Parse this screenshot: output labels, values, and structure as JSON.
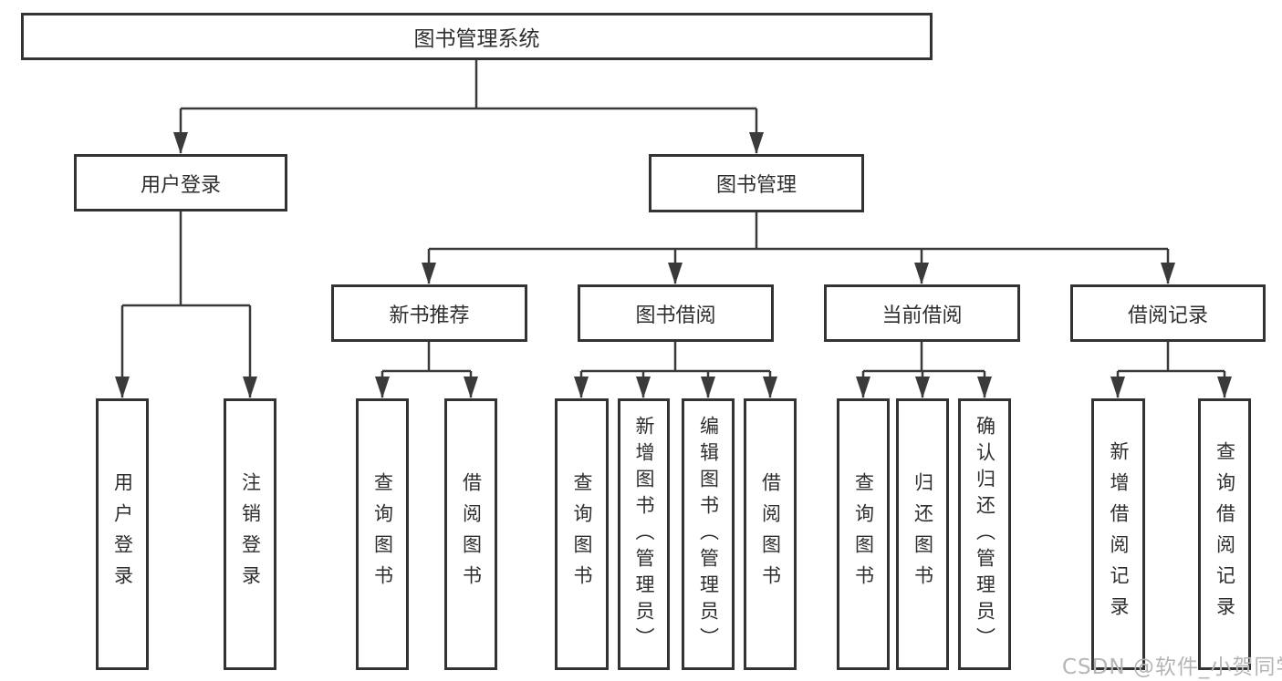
{
  "diagram": {
    "root": {
      "label": "图书管理系统"
    },
    "branches": [
      {
        "label": "用户登录",
        "children": [
          {
            "label": "用户登录"
          },
          {
            "label": "注销登录"
          }
        ]
      },
      {
        "label": "图书管理",
        "children": [
          {
            "label": "新书推荐",
            "children": [
              {
                "label": "查询图书"
              },
              {
                "label": "借阅图书"
              }
            ]
          },
          {
            "label": "图书借阅",
            "children": [
              {
                "label": "查询图书"
              },
              {
                "label": "新增图书（管理员）"
              },
              {
                "label": "编辑图书（管理员）"
              },
              {
                "label": "借阅图书"
              }
            ]
          },
          {
            "label": "当前借阅",
            "children": [
              {
                "label": "查询图书"
              },
              {
                "label": "归还图书"
              },
              {
                "label": "确认归还（管理员）"
              }
            ]
          },
          {
            "label": "借阅记录",
            "children": [
              {
                "label": "新增借阅记录"
              },
              {
                "label": "查询借阅记录"
              }
            ]
          }
        ]
      }
    ]
  },
  "watermark": {
    "text": "CSDN @软件_小贺同学"
  },
  "colors": {
    "line": "#3a3a3a",
    "box_border": "#333333",
    "text": "#2e2e2e",
    "watermark": "#b5b5b5",
    "background": "#ffffff"
  }
}
